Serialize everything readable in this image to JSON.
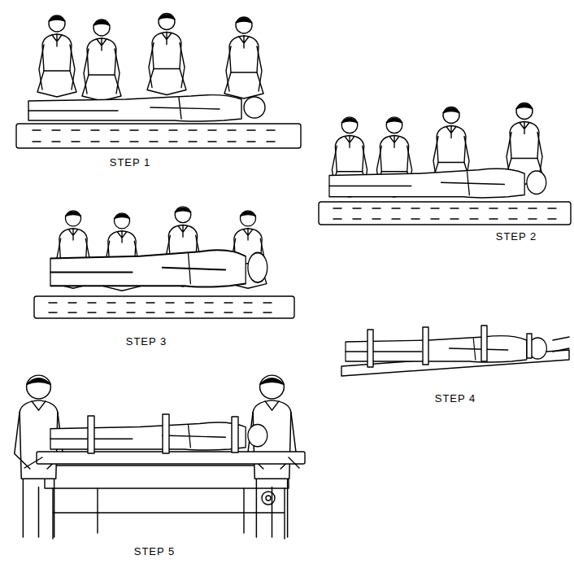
{
  "diagram": {
    "labels": [
      "STEP 1",
      "STEP 2",
      "STEP 3",
      "STEP 4",
      "STEP 5"
    ]
  }
}
